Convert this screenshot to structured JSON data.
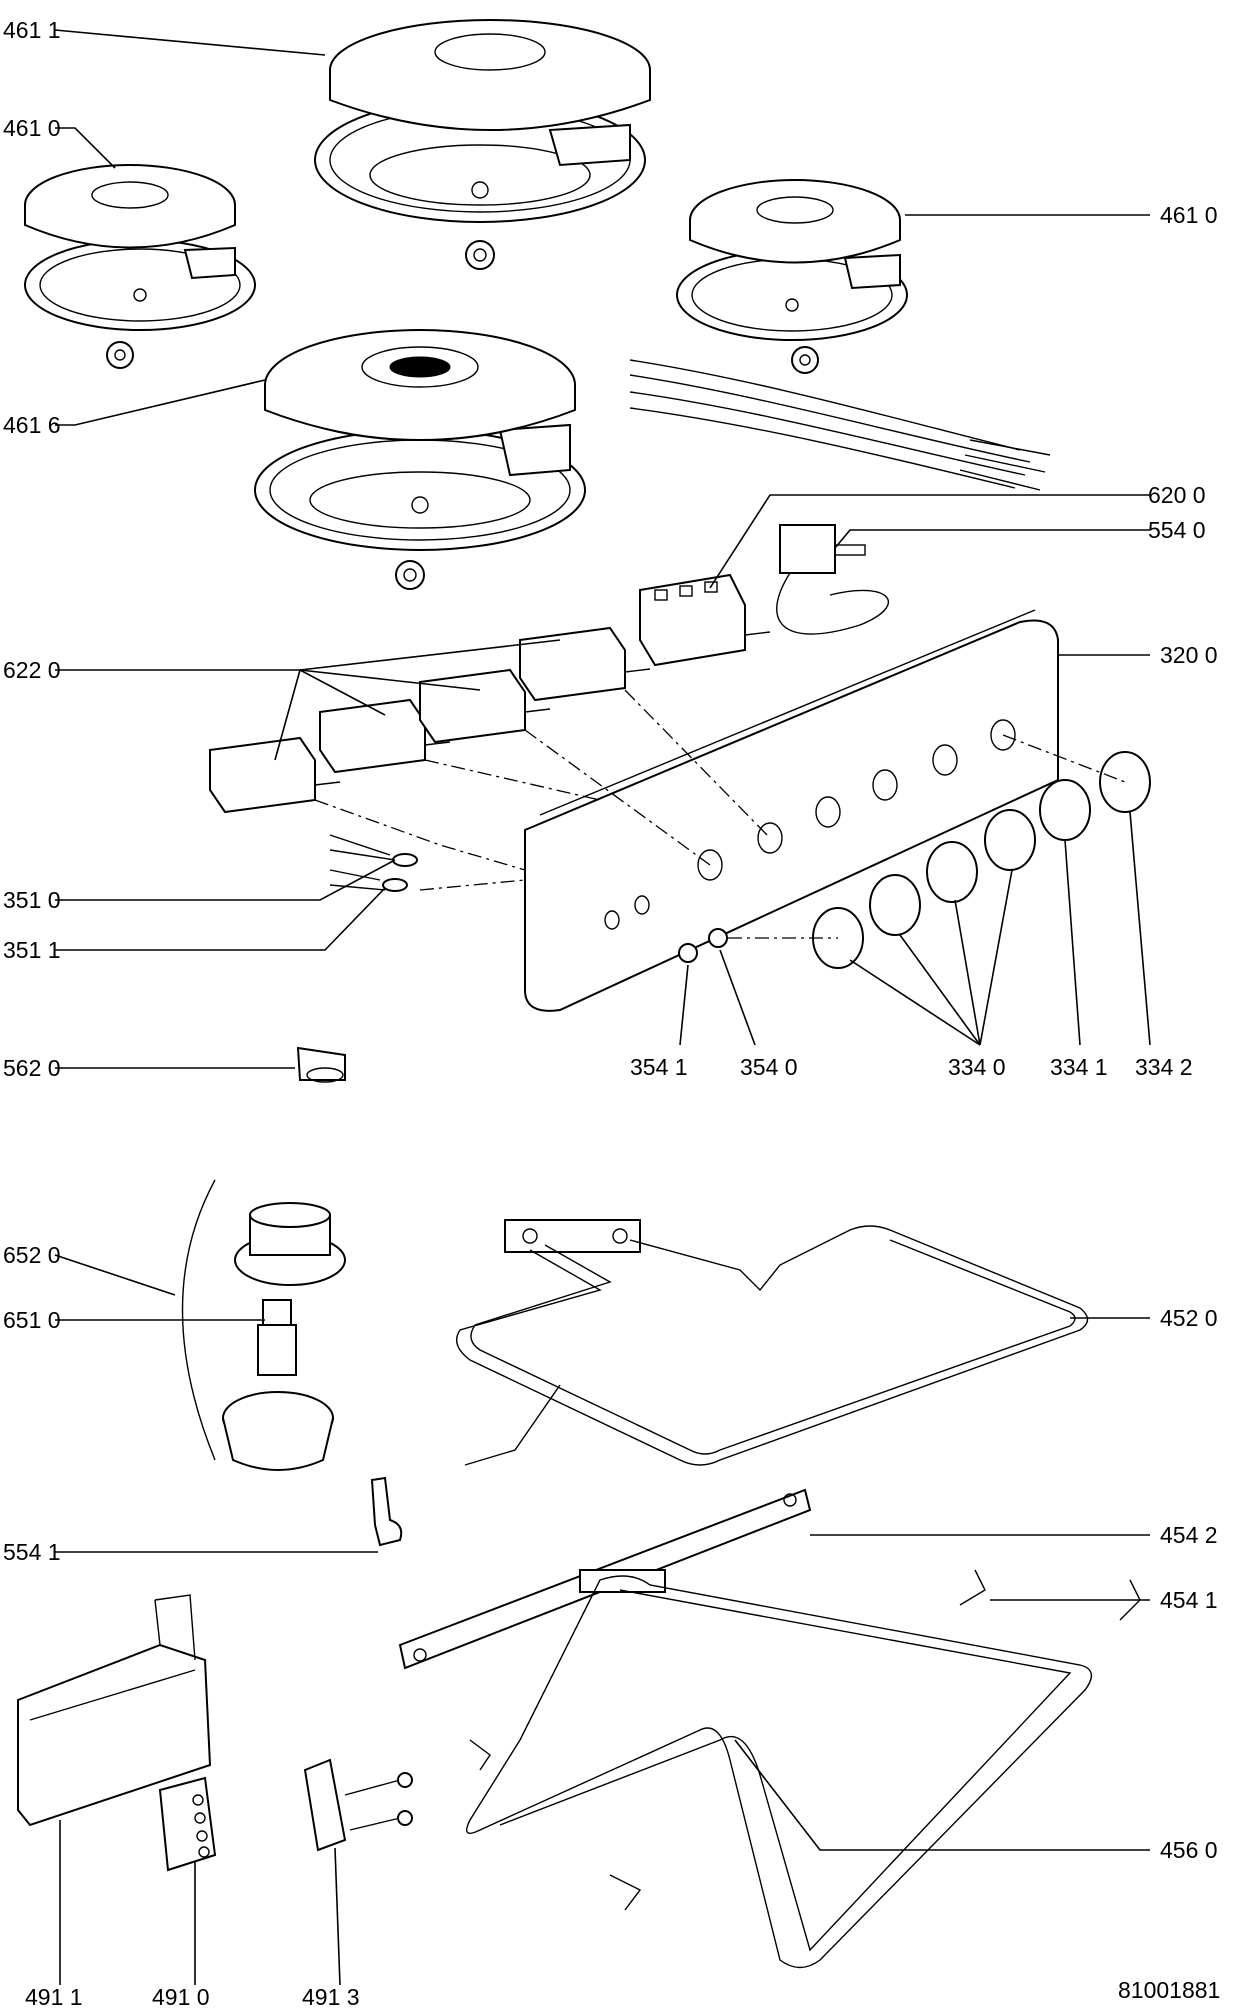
{
  "drawing_number": "81001881",
  "callouts": {
    "hotplate_top_center": "461 1",
    "hotplate_top_left": "461 0",
    "hotplate_right": "461 0",
    "hotplate_front_left": "461 6",
    "thermostat_body": "620 0",
    "thermostat_knob": "554 0",
    "selector_switches": "622 0",
    "control_panel": "320 0",
    "connector_a": "351 0",
    "connector_b": "351 1",
    "pilot_lamp_b": "354 1",
    "pilot_lamp_a": "354 0",
    "knobs": "334 0",
    "knob_b": "334 1",
    "knob_c": "334 2",
    "thermal_cutout": "562 0",
    "oven_lamp_assembly": "652 0",
    "oven_lamp_bulb": "651 0",
    "upper_element": "452 0",
    "bracket_clip": "554 1",
    "lower_element_plate": "454 2",
    "lower_element_bracket": "454 1",
    "lower_element": "456 0",
    "terminal_cover": "491 1",
    "terminal_block": "491 0",
    "cable_clamp": "491 3"
  }
}
